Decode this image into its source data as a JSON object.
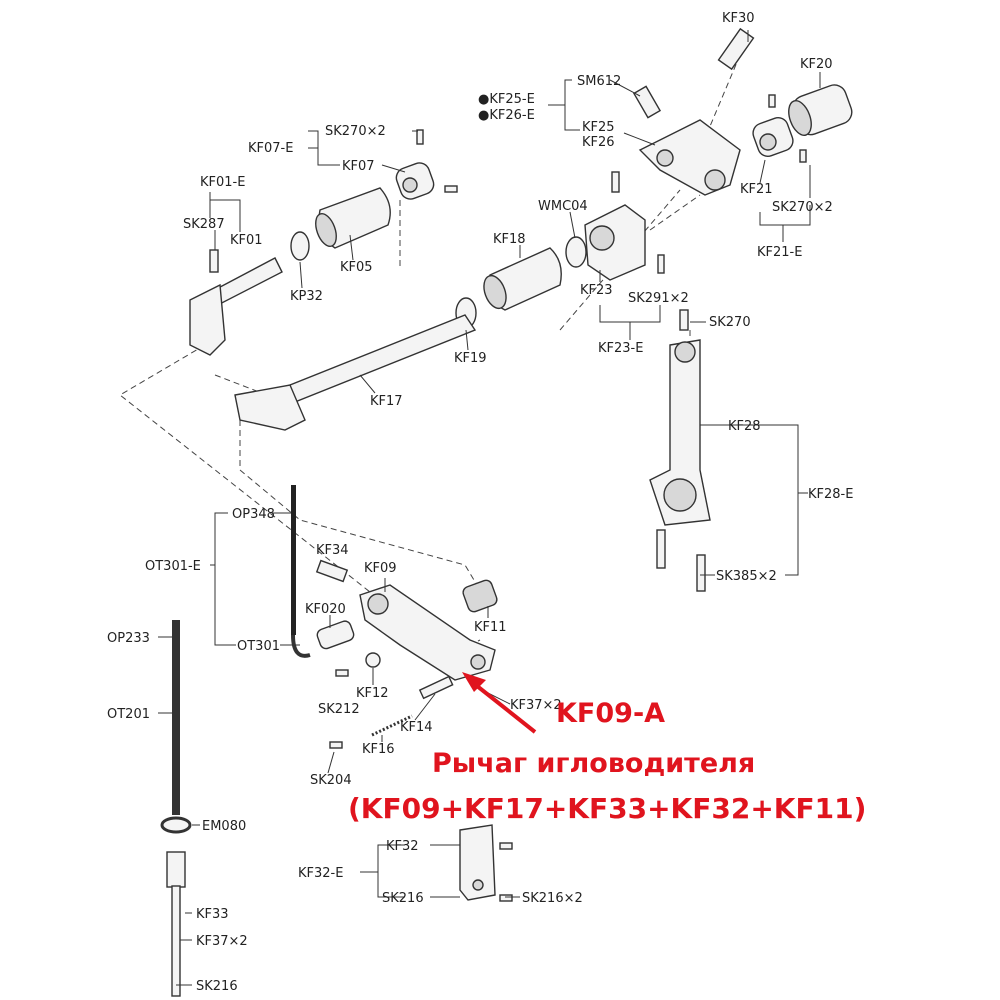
{
  "labels": {
    "KF30": "KF30",
    "KF20": "KF20",
    "SM612": "SM612",
    "KF25E": "●KF25-E",
    "KF26E": "●KF26-E",
    "KF25": "KF25",
    "KF26": "KF26",
    "KF21": "KF21",
    "SK270x2_b": "SK270×2",
    "KF21E": "KF21-E",
    "WMC04": "WMC04",
    "KF18": "KF18",
    "KF23": "KF23",
    "SK291x2": "SK291×2",
    "KF23E": "KF23-E",
    "SK270": "SK270",
    "KF07E": "KF07-E",
    "SK270x2_a": "SK270×2",
    "KF07": "KF07",
    "KF01E": "KF01-E",
    "SK287": "SK287",
    "KF01": "KF01",
    "KF05": "KF05",
    "KP32": "KP32",
    "KF19": "KF19",
    "KF17": "KF17",
    "KF28": "KF28",
    "KF28E": "KF28-E",
    "SK385x2": "SK385×2",
    "OP348": "OP348",
    "OT301E": "OT301-E",
    "OT301": "OT301",
    "KF34": "KF34",
    "KF09": "KF09",
    "KF020": "KF020",
    "KF11": "KF11",
    "KF12": "KF12",
    "SK212": "SK212",
    "KF37x2_a": "KF37×2",
    "KF14": "KF14",
    "KF16": "KF16",
    "SK204": "SK204",
    "OP233": "OP233",
    "OT201": "OT201",
    "EM080": "EM080",
    "KF33": "KF33",
    "KF37x2_b": "KF37×2",
    "SK216_b": "SK216",
    "KF32": "KF32",
    "KF32E": "KF32-E",
    "SK216_a": "SK216",
    "SK216x2": "SK216×2"
  },
  "callout": {
    "code": "KF09-A",
    "title": "Рычаг игловодителя",
    "composition": "(KF09+KF17+KF33+KF32+KF11)",
    "color": "#e0141e"
  }
}
